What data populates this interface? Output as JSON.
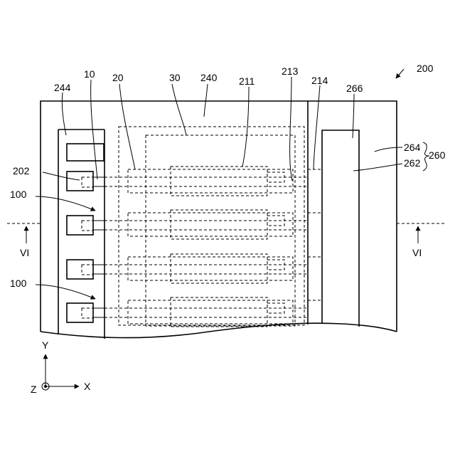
{
  "labels": {
    "ref_200": "200",
    "ref_244": "244",
    "ref_10": "10",
    "ref_20": "20",
    "ref_30": "30",
    "ref_240": "240",
    "ref_211": "211",
    "ref_213": "213",
    "ref_214": "214",
    "ref_266": "266",
    "ref_264": "264",
    "ref_262": "262",
    "ref_260": "260",
    "ref_202": "202",
    "ref_100_upper": "100",
    "ref_100_lower": "100",
    "section_left": "VI",
    "section_right": "VI"
  },
  "axes": {
    "y": "Y",
    "x": "X",
    "z": "Z"
  }
}
